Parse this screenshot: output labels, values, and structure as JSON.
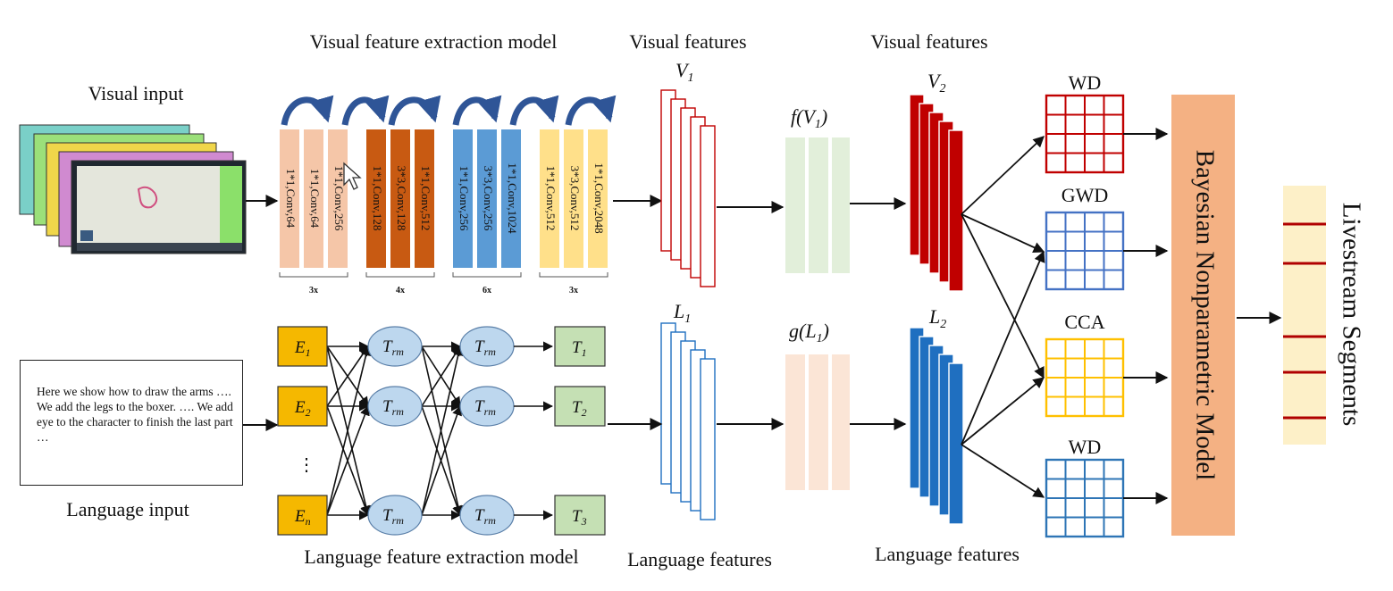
{
  "labels": {
    "visual_input": "Visual input",
    "language_input": "Language input",
    "visual_model": "Visual feature extraction model",
    "language_model": "Language feature extraction model",
    "visual_features_1": "Visual features",
    "visual_features_2": "Visual features",
    "language_features_1": "Language features",
    "language_features_2": "Language features",
    "bayesian": "Bayesian Nonparametric Model",
    "segments": "Livestream Segments"
  },
  "language_input_text": "Here we show how to draw the arms …. We add the legs to the boxer. …. We add eye to the character to finish the last part …",
  "conv_blocks": [
    {
      "repeat": "3x",
      "color": "#f5c6a8",
      "layers": [
        "1*1,Conv,64",
        "1*1,Conv,64",
        "1*1,Conv,256"
      ]
    },
    {
      "repeat": "4x",
      "color": "#c85a12",
      "layers": [
        "1*1,Conv,128",
        "3*3,Conv,128",
        "1*1,Conv,512"
      ]
    },
    {
      "repeat": "6x",
      "color": "#5b9bd5",
      "layers": [
        "1*1,Conv,256",
        "3*3,Conv,256",
        "1*1,Conv,1024"
      ]
    },
    {
      "repeat": "3x",
      "color": "#ffe08a",
      "layers": [
        "1*1,Conv,512",
        "3*3,Conv,512",
        "1*1,Conv,2048"
      ]
    }
  ],
  "embeddings": {
    "e1": "E",
    "e1_sub": "1",
    "e2": "E",
    "e2_sub": "2",
    "en": "E",
    "en_sub": "n",
    "dots": "⋮"
  },
  "transformer": {
    "label": "T",
    "sub": "rm"
  },
  "outputs": {
    "t1": "T",
    "t1_sub": "1",
    "t2": "T",
    "t2_sub": "2",
    "t3": "T",
    "t3_sub": "3"
  },
  "features": {
    "v1": "V",
    "v1_sub": "1",
    "l1": "L",
    "l1_sub": "1",
    "fv1": "f(V",
    "fv1_sub": "1",
    "fv1_close": ")",
    "gl1": "g(L",
    "gl1_sub": "1",
    "gl1_close": ")",
    "v2": "V",
    "v2_sub": "2",
    "l2": "L",
    "l2_sub": "2"
  },
  "metrics": [
    {
      "label": "WD",
      "color": "#c00000"
    },
    {
      "label": "GWD",
      "color": "#4472c4"
    },
    {
      "label": "CCA",
      "color": "#ffc000"
    },
    {
      "label": "WD",
      "color": "#2e75b6"
    }
  ],
  "colors": {
    "visual_red": "#c00000",
    "language_blue": "#1f6fc0",
    "f_fill": "#e2efda",
    "g_fill": "#fbe5d6",
    "bayesian_fill": "#f4b183",
    "segments_fill": "#fdf0c8",
    "segment_mark": "#b00000",
    "embed_fill": "#f5b800",
    "trm_fill": "#bdd7ee",
    "out_fill": "#c5e0b4"
  }
}
